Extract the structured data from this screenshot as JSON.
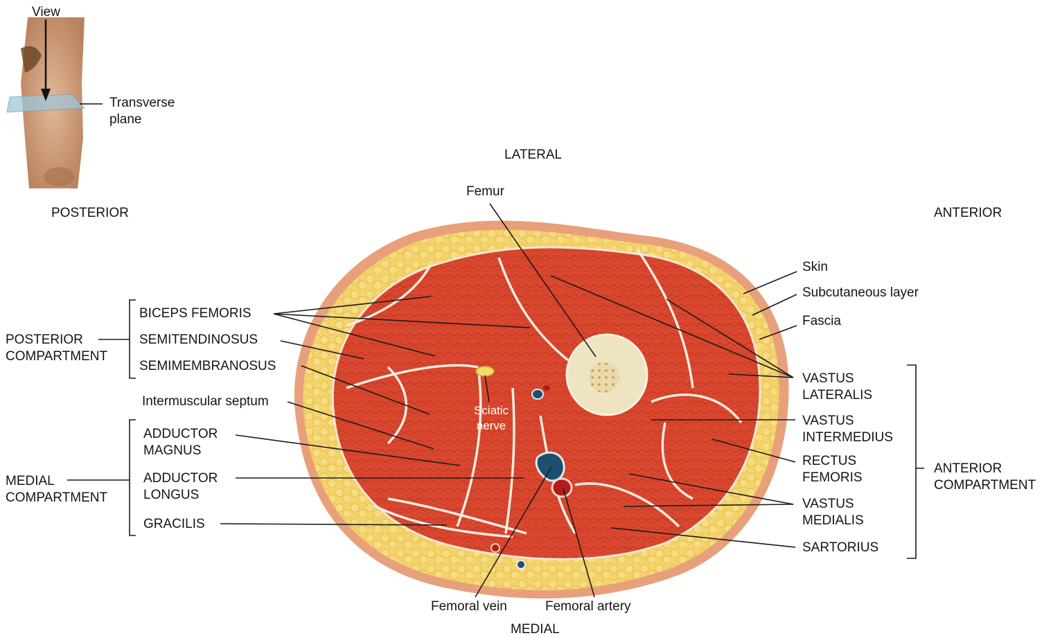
{
  "inset": {
    "view_label": "View",
    "plane_label_line1": "Transverse",
    "plane_label_line2": "plane"
  },
  "orientation": {
    "lateral": "LATERAL",
    "medial": "MEDIAL",
    "posterior": "POSTERIOR",
    "anterior": "ANTERIOR"
  },
  "labels": {
    "femur": "Femur",
    "skin": "Skin",
    "subcutaneous": "Subcutaneous layer",
    "fascia": "Fascia",
    "biceps_femoris": "BICEPS FEMORIS",
    "semitendinosus": "SEMITENDINOSUS",
    "semimembranosus": "SEMIMEMBRANOSUS",
    "intermuscular_septum": "Intermuscular septum",
    "adductor_magnus_1": "ADDUCTOR",
    "adductor_magnus_2": "MAGNUS",
    "adductor_longus_1": "ADDUCTOR",
    "adductor_longus_2": "LONGUS",
    "gracilis": "GRACILIS",
    "sciatic_1": "Sciatic",
    "sciatic_2": "nerve",
    "vastus_lateralis_1": "VASTUS",
    "vastus_lateralis_2": "LATERALIS",
    "vastus_intermedius_1": "VASTUS",
    "vastus_intermedius_2": "INTERMEDIUS",
    "rectus_femoris_1": "RECTUS",
    "rectus_femoris_2": "FEMORIS",
    "vastus_medialis_1": "VASTUS",
    "vastus_medialis_2": "MEDIALIS",
    "sartorius": "SARTORIUS",
    "femoral_vein": "Femoral vein",
    "femoral_artery": "Femoral artery"
  },
  "compartments": {
    "posterior_1": "POSTERIOR",
    "posterior_2": "COMPARTMENT",
    "medial_1": "MEDIAL",
    "medial_2": "COMPARTMENT",
    "anterior_1": "ANTERIOR",
    "anterior_2": "COMPARTMENT"
  },
  "colors": {
    "muscle": "#d9472e",
    "muscle_dark": "#b8331f",
    "fat": "#f3d36a",
    "skin": "#e8a07a",
    "bone": "#efe4c2",
    "vein": "#1f4f6e",
    "artery": "#b21c1c",
    "line": "#1a1a1a"
  }
}
